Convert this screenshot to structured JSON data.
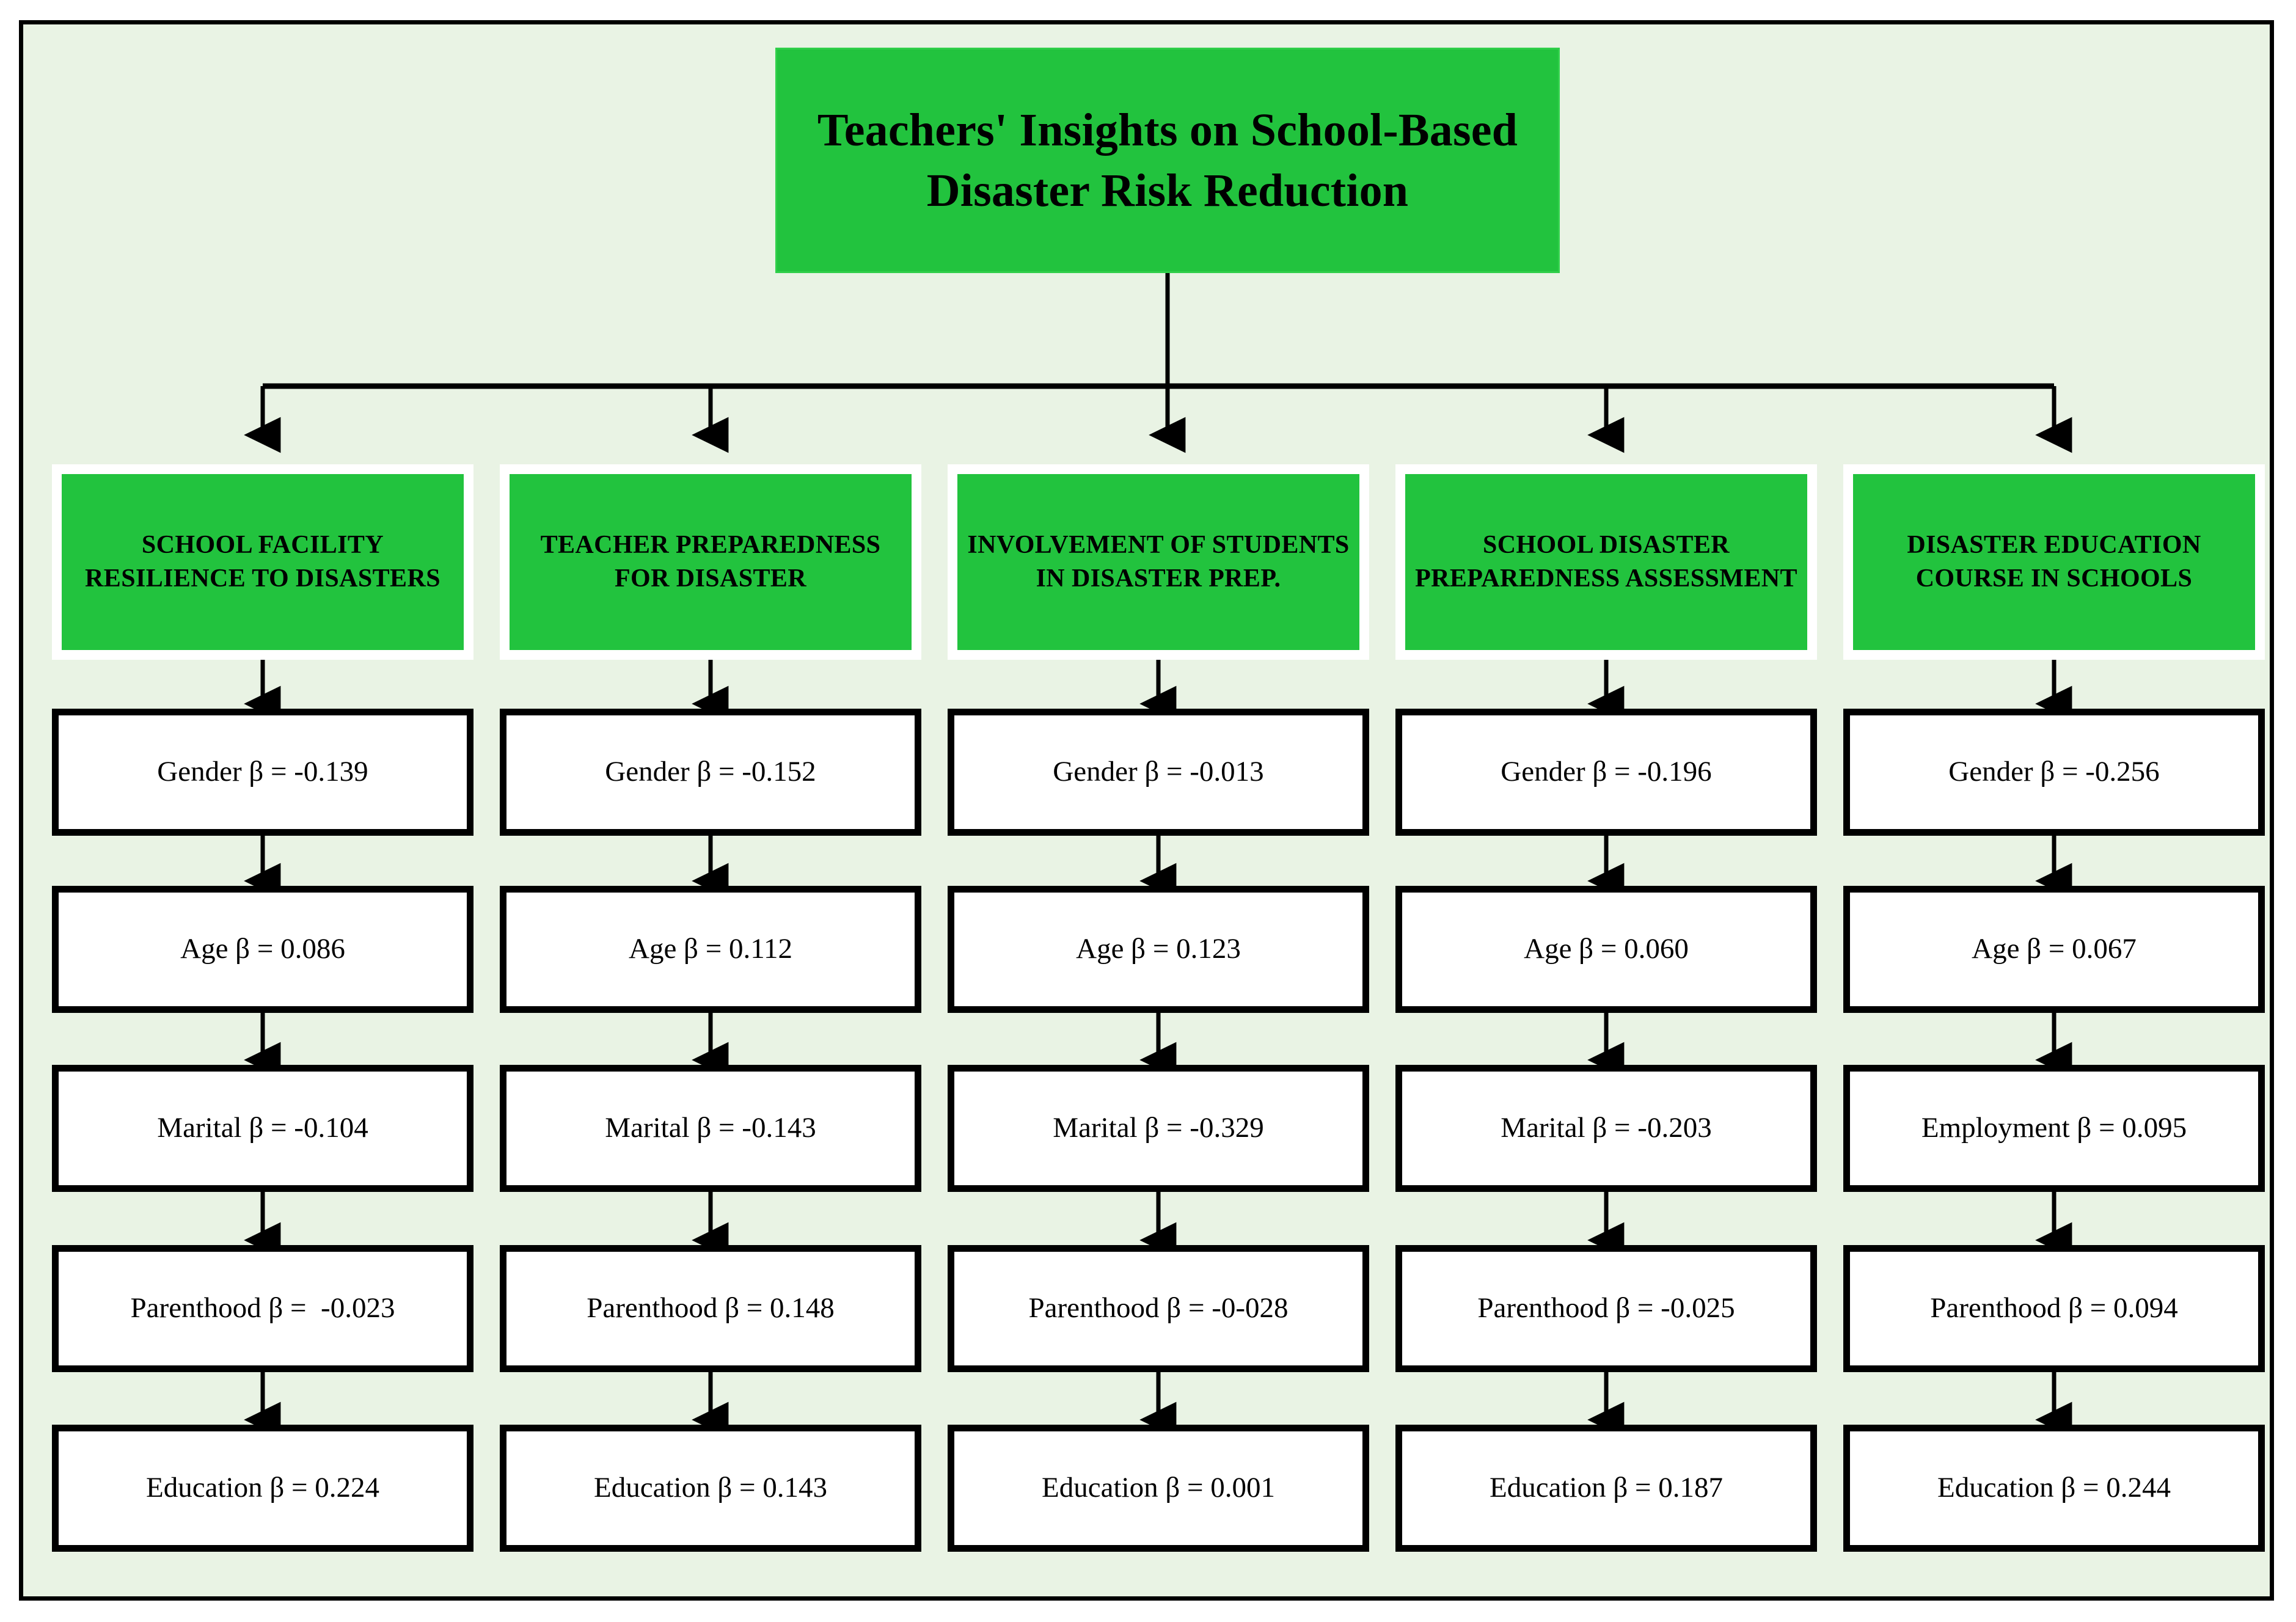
{
  "diagram": {
    "title": "Teachers' Insights on School-Based Disaster Risk Reduction",
    "background_color": "#e9f3e4",
    "accent_color": "#22c33e",
    "box_border_color": "#000000",
    "columns": [
      {
        "header": "SCHOOL FACILITY RESILIENCE TO DISASTERS",
        "items": [
          "Gender β = -0.139",
          "Age β = 0.086",
          "Marital β = -0.104",
          "Parenthood β =  -0.023",
          "Education β = 0.224"
        ]
      },
      {
        "header": "TEACHER PREPAREDNESS FOR DISASTER",
        "items": [
          "Gender β = -0.152",
          "Age β = 0.112",
          "Marital β = -0.143",
          "Parenthood β = 0.148",
          "Education β = 0.143"
        ]
      },
      {
        "header": "INVOLVEMENT OF STUDENTS IN DISASTER PREP.",
        "items": [
          "Gender β = -0.013",
          "Age β = 0.123",
          "Marital β = -0.329",
          "Parenthood β = -0-028",
          "Education β = 0.001"
        ]
      },
      {
        "header": "SCHOOL DISASTER PREPAREDNESS ASSESSMENT",
        "items": [
          "Gender β = -0.196",
          "Age β = 0.060",
          "Marital β = -0.203",
          "Parenthood β = -0.025",
          "Education β = 0.187"
        ]
      },
      {
        "header": "DISASTER EDUCATION COURSE IN SCHOOLS",
        "items": [
          "Gender β = -0.256",
          "Age β = 0.067",
          "Employment β = 0.095",
          "Parenthood β = 0.094",
          "Education β = 0.244"
        ]
      }
    ]
  }
}
